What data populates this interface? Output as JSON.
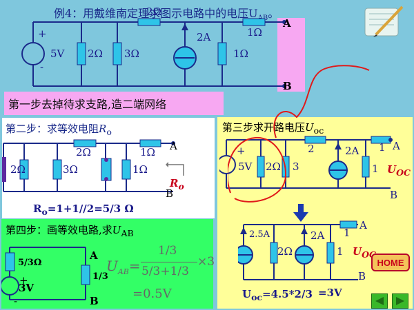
{
  "title": {
    "prefix": "例4：用戴维南定理求图示电路中的电压U",
    "sub": "AB",
    "suffix": "。"
  },
  "step1": "第一步去掉待求支路,造二端网络",
  "step2": {
    "heading": "第二步：求等效电阻",
    "symbol": "R",
    "sub": "o",
    "result": "R",
    "result_sub": "o",
    "result_expr": "=1+1//2=5/3 Ω"
  },
  "step3": {
    "heading": "第三步求开路电压",
    "symbol": "U",
    "sub": "oc"
  },
  "step4": {
    "heading": "第四步：画等效电路,求",
    "symbol": "U",
    "sub": "AB"
  },
  "circuit_top": {
    "src_v": "5V",
    "r1": "2Ω",
    "r2": "3Ω",
    "r3": "2Ω",
    "cs": "2A",
    "r4": "1Ω",
    "r5": "1Ω",
    "nodeA": "A",
    "nodeB": "B"
  },
  "circuit_step2": {
    "r1": "2Ω",
    "r2": "3Ω",
    "r3": "2Ω",
    "r4": "1Ω",
    "r5": "1Ω",
    "nodeA": "A",
    "nodeB": "B",
    "ro": "R",
    "ro_sub": "o"
  },
  "circuit_step3": {
    "src_v": "5V",
    "r1": "2Ω",
    "r2": "3",
    "r3": "2",
    "cs": "2A",
    "r4": "1",
    "r5": "1",
    "nodeA": "A",
    "nodeB": "B",
    "uoc": "U",
    "uoc_sub": "OC"
  },
  "circuit_step3b": {
    "cs1": "2.5A",
    "r1": "2Ω",
    "cs2": "2A",
    "r2": "1",
    "r3": "1",
    "nodeA": "A",
    "nodeB": "B",
    "uoc": "U",
    "uoc_sub": "OC",
    "result": "U",
    "result_sub": "oc",
    "result_expr": "=4.5*2/3",
    "result_val": "=3V"
  },
  "circuit_step4": {
    "rs": "5/3Ω",
    "load": "1/3",
    "src": "3V",
    "nodeA": "A",
    "nodeB": "B",
    "plus": "+",
    "minus": "-"
  },
  "formula": {
    "lhs": "U",
    "lhs_sub": "AB",
    "num": "1/3",
    "den": "5/3+1/3",
    "times": "×3",
    "result": "=0.5V"
  },
  "home": "HOME",
  "plus": "+",
  "minus": "-",
  "colors": {
    "wire": "#1a2a8a",
    "resistor": "#2ec4e8",
    "annotation": "#e01a1a",
    "arrow": "#1a3ab0"
  }
}
